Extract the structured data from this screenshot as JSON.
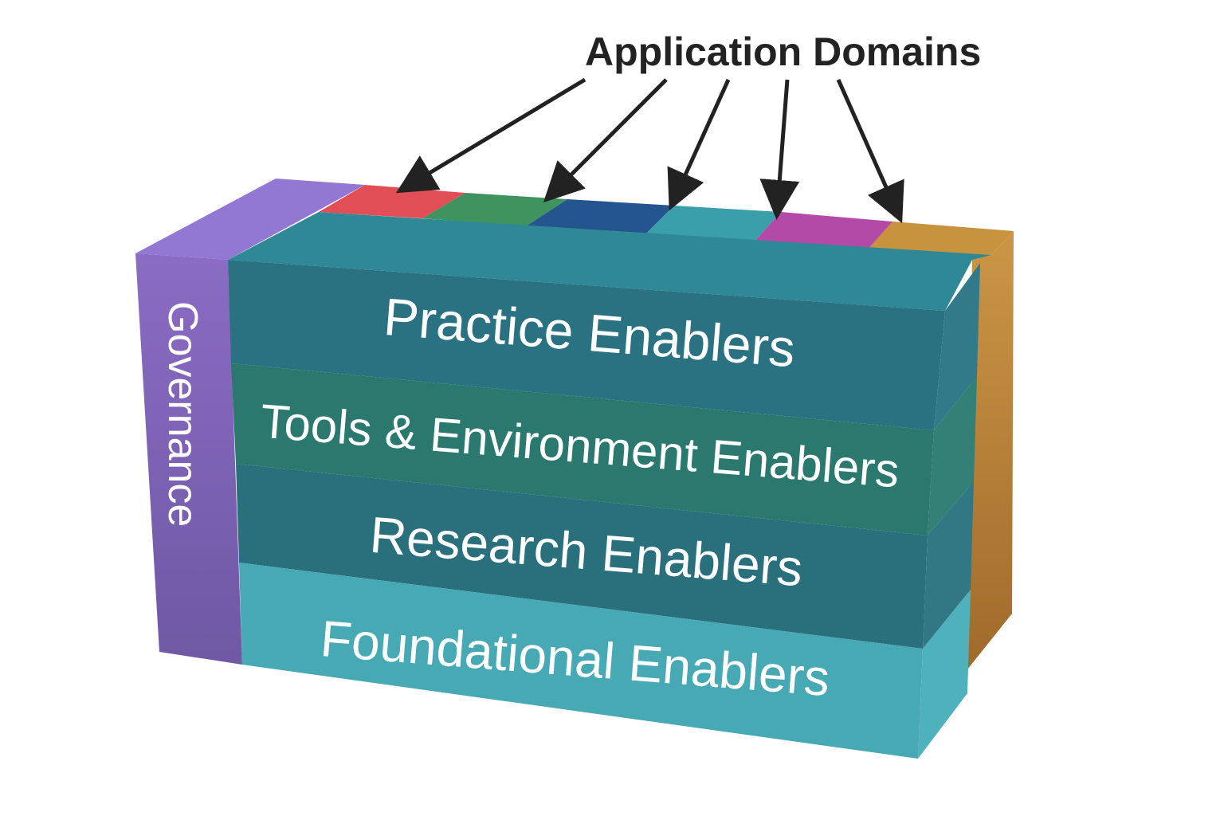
{
  "diagram": {
    "title": "Application Domains",
    "governance": {
      "label": "Governance",
      "color": "#7a60b0"
    },
    "application_domains": [
      {
        "name": "domain-red",
        "color": "#e24e55"
      },
      {
        "name": "domain-green",
        "color": "#3f935e"
      },
      {
        "name": "domain-blue",
        "color": "#25558f"
      },
      {
        "name": "domain-teal",
        "color": "#3a9fa8"
      },
      {
        "name": "domain-magenta",
        "color": "#b44aa8"
      },
      {
        "name": "domain-orange",
        "color": "#c8933f"
      }
    ],
    "layers": [
      {
        "label": "Practice Enablers",
        "color": "#2a7282"
      },
      {
        "label": "Tools & Environment Enablers",
        "color": "#2a786e"
      },
      {
        "label": "Research Enablers",
        "color": "#2a6f7c"
      },
      {
        "label": "Foundational Enablers",
        "color": "#46a9b4"
      }
    ],
    "right_side": {
      "color": "#c08438"
    }
  }
}
